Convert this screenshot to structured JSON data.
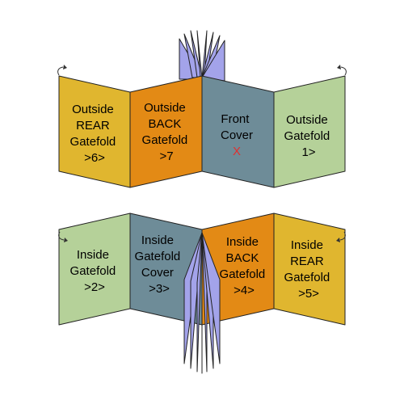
{
  "colors": {
    "outside_rear": "#e0b62f",
    "outside_back": "#e38a15",
    "front_cover": "#6e8c98",
    "outside_gatefold": "#b5d199",
    "inside_gatefold": "#b5d199",
    "inside_gatefold_cover": "#6e8c98",
    "inside_back": "#e38a15",
    "inside_rear": "#e0b62f",
    "pages": "#a3a3ea"
  },
  "top_row": {
    "outside_rear": {
      "lines": [
        "Outside",
        "REAR",
        "Gatefold",
        ">6>"
      ]
    },
    "outside_back": {
      "lines": [
        "Outside",
        "BACK",
        "Gatefold",
        ">7"
      ]
    },
    "front_cover": {
      "lines": [
        "Front",
        "Cover"
      ],
      "mark": "X"
    },
    "outside_gatefold": {
      "lines": [
        "Outside",
        "Gatefold",
        "1>"
      ]
    }
  },
  "bottom_row": {
    "inside_gatefold": {
      "lines": [
        "Inside",
        "Gatefold",
        ">2>"
      ]
    },
    "inside_gatefold_cover": {
      "lines": [
        "Inside",
        "Gatefold",
        "Cover",
        ">3>"
      ]
    },
    "inside_back": {
      "lines": [
        "Inside",
        "BACK",
        "Gatefold",
        ">4>"
      ]
    },
    "inside_rear": {
      "lines": [
        "Inside",
        "REAR",
        "Gatefold",
        ">5>"
      ]
    }
  }
}
